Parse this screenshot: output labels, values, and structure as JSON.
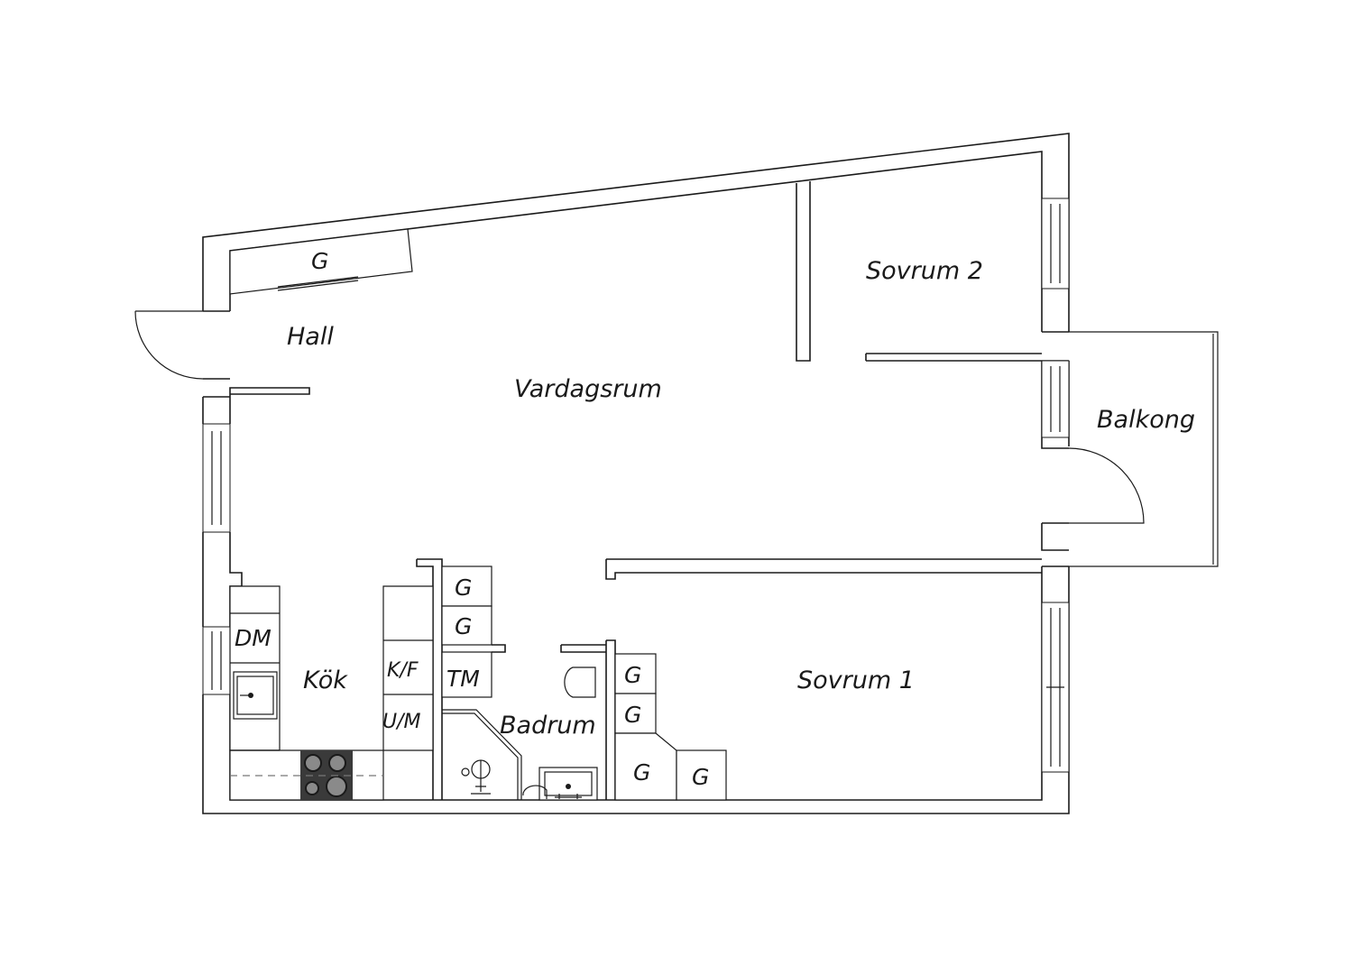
{
  "rooms": {
    "hall": "Hall",
    "vardagsrum": "Vardagsrum",
    "sovrum2": "Sovrum 2",
    "sovrum1": "Sovrum 1",
    "balkong": "Balkong",
    "kok": "Kök",
    "badrum": "Badrum"
  },
  "fixtures": {
    "hall_wardrobe": "G",
    "wardrobe_a": "G",
    "wardrobe_b": "G",
    "dishwasher": "DM",
    "fridge_freezer": "K/F",
    "oven_microwave": "U/M",
    "washing_machine": "TM",
    "sovrum1_wardrobe_a": "G",
    "sovrum1_wardrobe_b": "G",
    "sovrum1_wardrobe_c": "G",
    "sovrum1_wardrobe_d": "G"
  },
  "colors": {
    "line": "#1a1a1a",
    "stove": "#3a3a3a",
    "background": "#ffffff"
  }
}
